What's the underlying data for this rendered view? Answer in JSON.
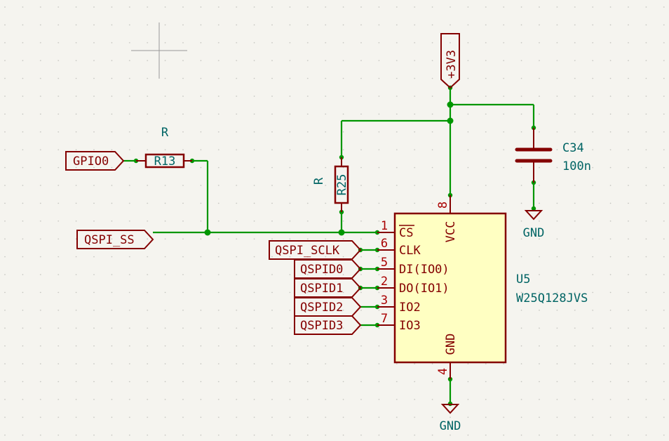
{
  "colors": {
    "background": "#f5f4ef",
    "wire": "#009600",
    "symbol": "#840000",
    "pin_number": "#a90000",
    "field_text": "#006464",
    "ic_body": "#ffffc2"
  },
  "global_labels": {
    "gpio0": "GPIO0",
    "qspi_ss": "QSPI_SS",
    "qspi_sclk": "QSPI_SCLK",
    "qspid0": "QSPID0",
    "qspid1": "QSPID1",
    "qspid2": "QSPID2",
    "qspid3": "QSPID3"
  },
  "power": {
    "vcc_label": "+3V3",
    "gnd_cap": "GND",
    "gnd_ic": "GND"
  },
  "r13": {
    "ref": "R13",
    "value": "R"
  },
  "r25": {
    "ref": "R25",
    "value": "R"
  },
  "c34": {
    "ref": "C34",
    "value": "100n"
  },
  "u5": {
    "ref": "U5",
    "value": "W25Q128JVS",
    "pins_left": [
      {
        "num": "1",
        "name": "CS"
      },
      {
        "num": "6",
        "name": "CLK"
      },
      {
        "num": "5",
        "name": "DI(IO0)"
      },
      {
        "num": "2",
        "name": "DO(IO1)"
      },
      {
        "num": "3",
        "name": "IO2"
      },
      {
        "num": "7",
        "name": "IO3"
      }
    ],
    "pin_top": {
      "num": "8",
      "name": "VCC"
    },
    "pin_bottom": {
      "num": "4",
      "name": "GND"
    }
  }
}
